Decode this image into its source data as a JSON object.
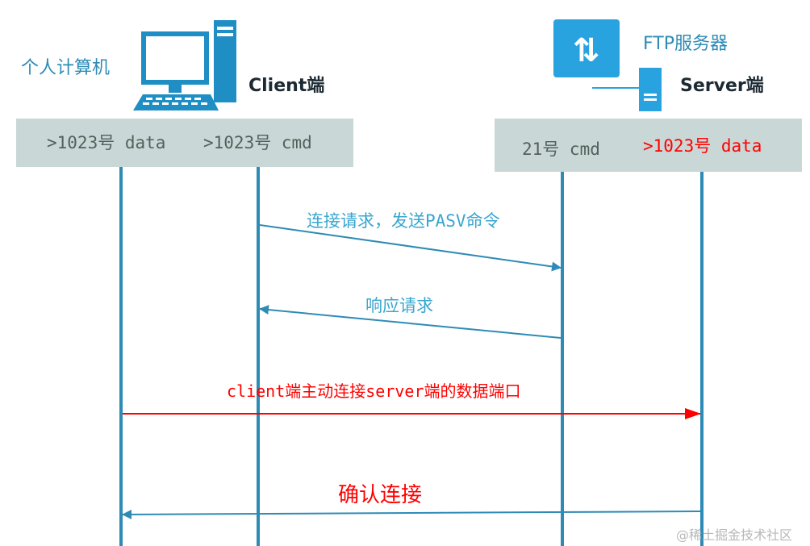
{
  "client": {
    "label": "个人计算机",
    "role": "Client端",
    "ports": {
      "data": ">1023号 data",
      "cmd": ">1023号 cmd"
    }
  },
  "server": {
    "label": "FTP服务器",
    "role": "Server端",
    "ports": {
      "cmd": "21号 cmd",
      "data": ">1023号 data"
    }
  },
  "messages": [
    {
      "text": "连接请求，发送PASV命令",
      "from": "client-cmd",
      "to": "server-cmd",
      "color": "#2e8bb5"
    },
    {
      "text": "响应请求",
      "from": "server-cmd",
      "to": "client-cmd",
      "color": "#2e8bb5"
    },
    {
      "text": "client端主动连接server端的数据端口",
      "from": "client-data",
      "to": "server-data",
      "color": "#ff0000"
    },
    {
      "text": "确认连接",
      "from": "server-data",
      "to": "client-data",
      "color": "#2e8bb5"
    }
  ],
  "colors": {
    "lifeline": "#2e8bb5",
    "highlight": "#ff0000",
    "port_box": "#c9d8d6",
    "server_icon": "#29a3df"
  },
  "icons": {
    "client": "desktop-computer-icon",
    "server": "server-icon"
  },
  "watermark": "@稀土掘金技术社区"
}
